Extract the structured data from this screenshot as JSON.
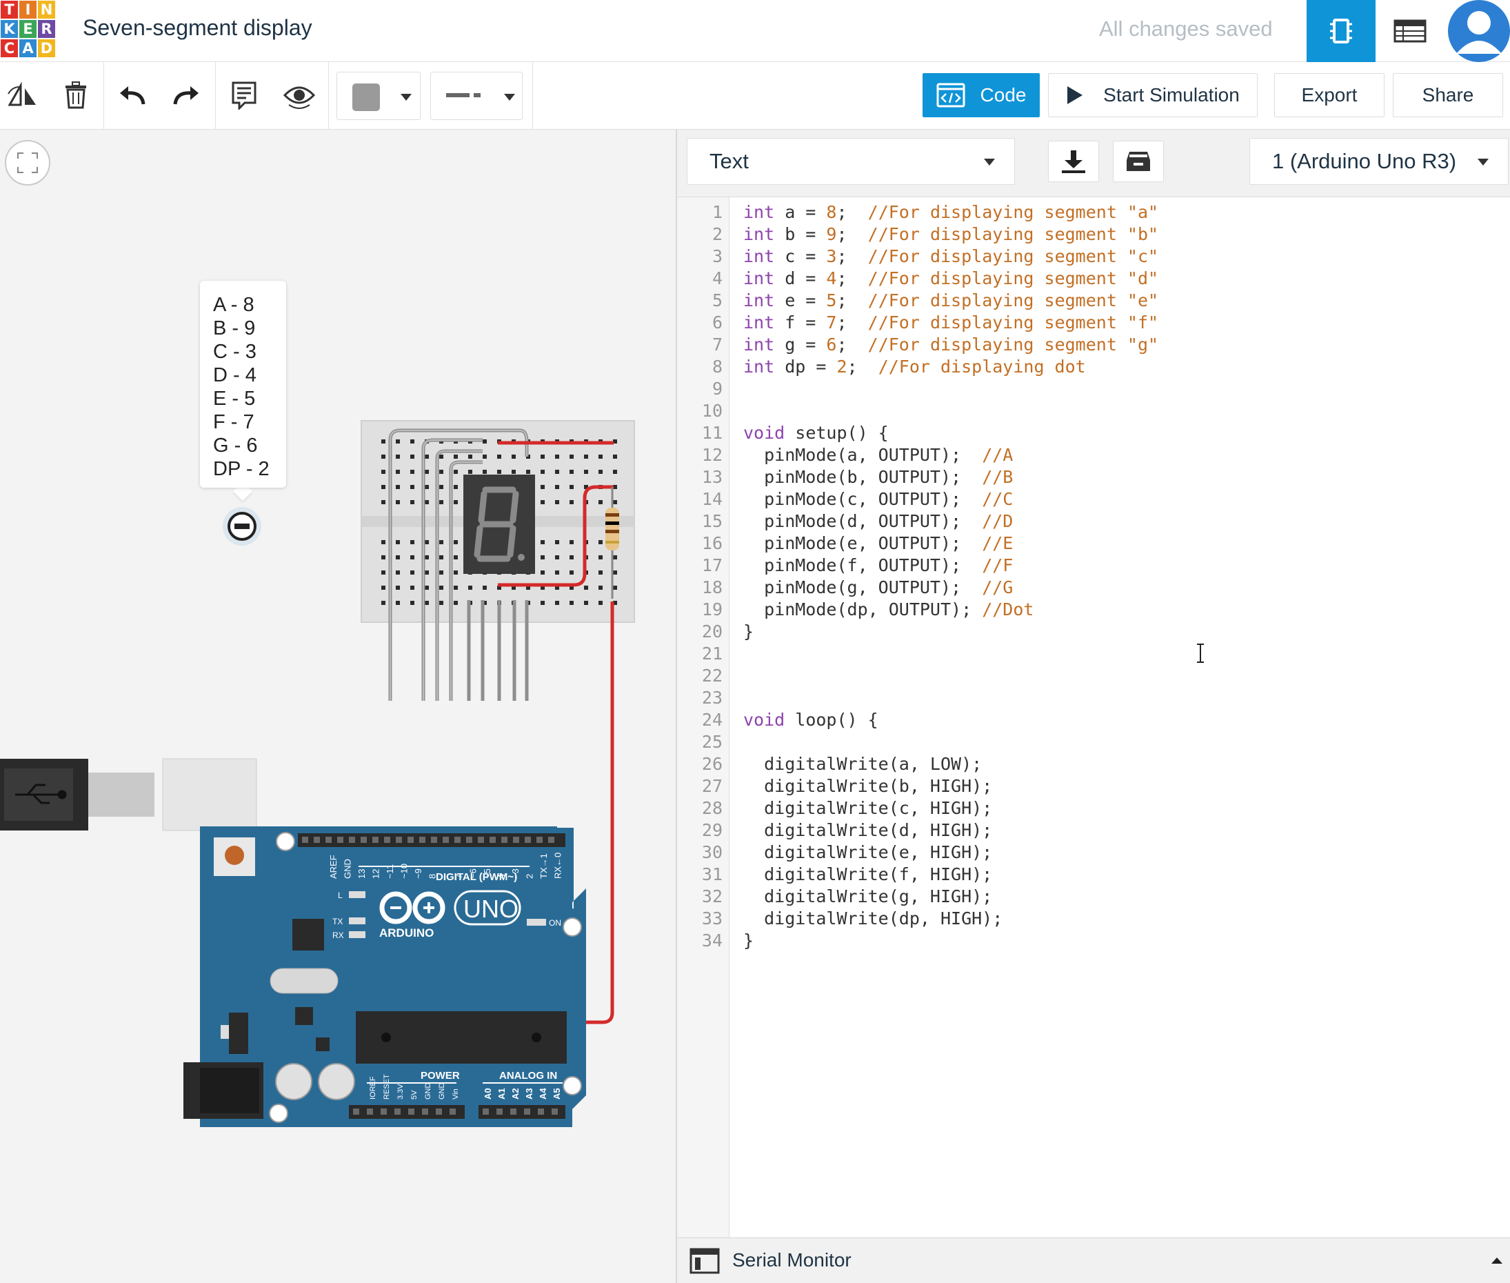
{
  "header": {
    "logo_letters": [
      "T",
      "I",
      "N",
      "K",
      "E",
      "R",
      "C",
      "A",
      "D"
    ],
    "title": "Seven-segment display",
    "save_status": "All changes saved"
  },
  "toolbar": {
    "code_label": "Code",
    "start_sim_label": "Start Simulation",
    "export_label": "Export",
    "share_label": "Share"
  },
  "colors": {
    "accent": "#0f94d8",
    "arduino_blue": "#2a6b96",
    "wire_red": "#d42a2a",
    "wire_gray": "#9a9a9a",
    "keyword": "#8e44ad",
    "comment": "#c36f24"
  },
  "canvas": {
    "note_lines": [
      "A - 8",
      "B - 9",
      "C - 3",
      "D - 4",
      "E - 5",
      "F - 7",
      "G - 6",
      "DP - 2"
    ],
    "board": {
      "digital_header": "DIGITAL (PWM~)",
      "power_header": "POWER",
      "analog_header": "ANALOG IN",
      "brand": "ARDUINO",
      "model": "UNO",
      "led_l": "L",
      "led_tx": "TX",
      "led_rx": "RX",
      "led_on": "ON",
      "digital_pins": [
        "AREF",
        "GND",
        "13",
        "12",
        "~11",
        "~10",
        "~9",
        "8",
        "7",
        "~6",
        "~5",
        "4",
        "~3",
        "2",
        "TX→1",
        "RX←0"
      ],
      "power_pins": [
        "IOREF",
        "RESET",
        "3.3V",
        "5V",
        "GND",
        "GND",
        "Vin"
      ],
      "analog_pins": [
        "A0",
        "A1",
        "A2",
        "A3",
        "A4",
        "A5"
      ],
      "display_digit": "8."
    }
  },
  "editor": {
    "mode": "Text",
    "device": "1 (Arduino Uno R3)",
    "serial_monitor_label": "Serial Monitor",
    "lines": [
      [
        [
          "kw",
          "int"
        ],
        [
          "t",
          " a = "
        ],
        [
          "n",
          "8"
        ],
        [
          "t",
          ";  "
        ],
        [
          "cm",
          "//For displaying segment \"a\""
        ]
      ],
      [
        [
          "kw",
          "int"
        ],
        [
          "t",
          " b = "
        ],
        [
          "n",
          "9"
        ],
        [
          "t",
          ";  "
        ],
        [
          "cm",
          "//For displaying segment \"b\""
        ]
      ],
      [
        [
          "kw",
          "int"
        ],
        [
          "t",
          " c = "
        ],
        [
          "n",
          "3"
        ],
        [
          "t",
          ";  "
        ],
        [
          "cm",
          "//For displaying segment \"c\""
        ]
      ],
      [
        [
          "kw",
          "int"
        ],
        [
          "t",
          " d = "
        ],
        [
          "n",
          "4"
        ],
        [
          "t",
          ";  "
        ],
        [
          "cm",
          "//For displaying segment \"d\""
        ]
      ],
      [
        [
          "kw",
          "int"
        ],
        [
          "t",
          " e = "
        ],
        [
          "n",
          "5"
        ],
        [
          "t",
          ";  "
        ],
        [
          "cm",
          "//For displaying segment \"e\""
        ]
      ],
      [
        [
          "kw",
          "int"
        ],
        [
          "t",
          " f = "
        ],
        [
          "n",
          "7"
        ],
        [
          "t",
          ";  "
        ],
        [
          "cm",
          "//For displaying segment \"f\""
        ]
      ],
      [
        [
          "kw",
          "int"
        ],
        [
          "t",
          " g = "
        ],
        [
          "n",
          "6"
        ],
        [
          "t",
          ";  "
        ],
        [
          "cm",
          "//For displaying segment \"g\""
        ]
      ],
      [
        [
          "kw",
          "int"
        ],
        [
          "t",
          " dp = "
        ],
        [
          "n",
          "2"
        ],
        [
          "t",
          ";  "
        ],
        [
          "cm",
          "//For displaying dot"
        ]
      ],
      [],
      [],
      [
        [
          "kw",
          "void"
        ],
        [
          "t",
          " setup() {"
        ]
      ],
      [
        [
          "t",
          "  pinMode(a, OUTPUT);  "
        ],
        [
          "cm",
          "//A"
        ]
      ],
      [
        [
          "t",
          "  pinMode(b, OUTPUT);  "
        ],
        [
          "cm",
          "//B"
        ]
      ],
      [
        [
          "t",
          "  pinMode(c, OUTPUT);  "
        ],
        [
          "cm",
          "//C"
        ]
      ],
      [
        [
          "t",
          "  pinMode(d, OUTPUT);  "
        ],
        [
          "cm",
          "//D"
        ]
      ],
      [
        [
          "t",
          "  pinMode(e, OUTPUT);  "
        ],
        [
          "cm",
          "//E"
        ]
      ],
      [
        [
          "t",
          "  pinMode(f, OUTPUT);  "
        ],
        [
          "cm",
          "//F"
        ]
      ],
      [
        [
          "t",
          "  pinMode(g, OUTPUT);  "
        ],
        [
          "cm",
          "//G"
        ]
      ],
      [
        [
          "t",
          "  pinMode(dp, OUTPUT); "
        ],
        [
          "cm",
          "//Dot"
        ]
      ],
      [
        [
          "t",
          "}"
        ]
      ],
      [],
      [],
      [],
      [
        [
          "kw",
          "void"
        ],
        [
          "t",
          " loop() {"
        ]
      ],
      [],
      [
        [
          "t",
          "  digitalWrite(a, LOW);"
        ]
      ],
      [
        [
          "t",
          "  digitalWrite(b, HIGH);"
        ]
      ],
      [
        [
          "t",
          "  digitalWrite(c, HIGH);"
        ]
      ],
      [
        [
          "t",
          "  digitalWrite(d, HIGH);"
        ]
      ],
      [
        [
          "t",
          "  digitalWrite(e, HIGH);"
        ]
      ],
      [
        [
          "t",
          "  digitalWrite(f, HIGH);"
        ]
      ],
      [
        [
          "t",
          "  digitalWrite(g, HIGH);"
        ]
      ],
      [
        [
          "t",
          "  digitalWrite(dp, HIGH);"
        ]
      ],
      [
        [
          "t",
          "}"
        ]
      ]
    ]
  }
}
